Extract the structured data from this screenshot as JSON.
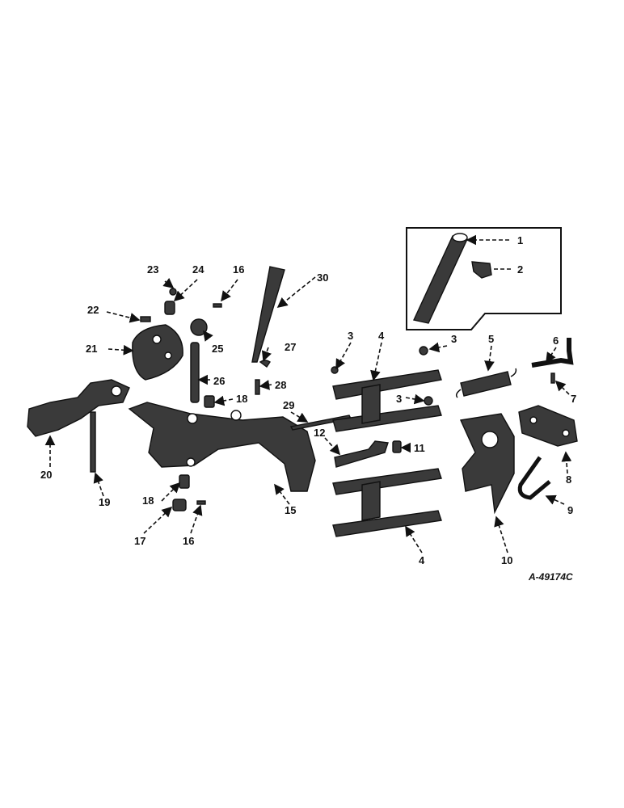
{
  "drawing_ref": "A-49174C",
  "callouts": {
    "c1": "1",
    "c2": "2",
    "c3a": "3",
    "c3b": "3",
    "c3c": "3",
    "c4a": "4",
    "c4b": "4",
    "c5": "5",
    "c6": "6",
    "c7": "7",
    "c8": "8",
    "c9": "9",
    "c10": "10",
    "c11": "11",
    "c12": "12",
    "c15": "15",
    "c16a": "16",
    "c16b": "16",
    "c17": "17",
    "c18a": "18",
    "c18b": "18",
    "c19": "19",
    "c20": "20",
    "c21": "21",
    "c22": "22",
    "c23": "23",
    "c24": "24",
    "c25": "25",
    "c26": "26",
    "c27": "27",
    "c28": "28",
    "c29": "29",
    "c30": "30"
  }
}
